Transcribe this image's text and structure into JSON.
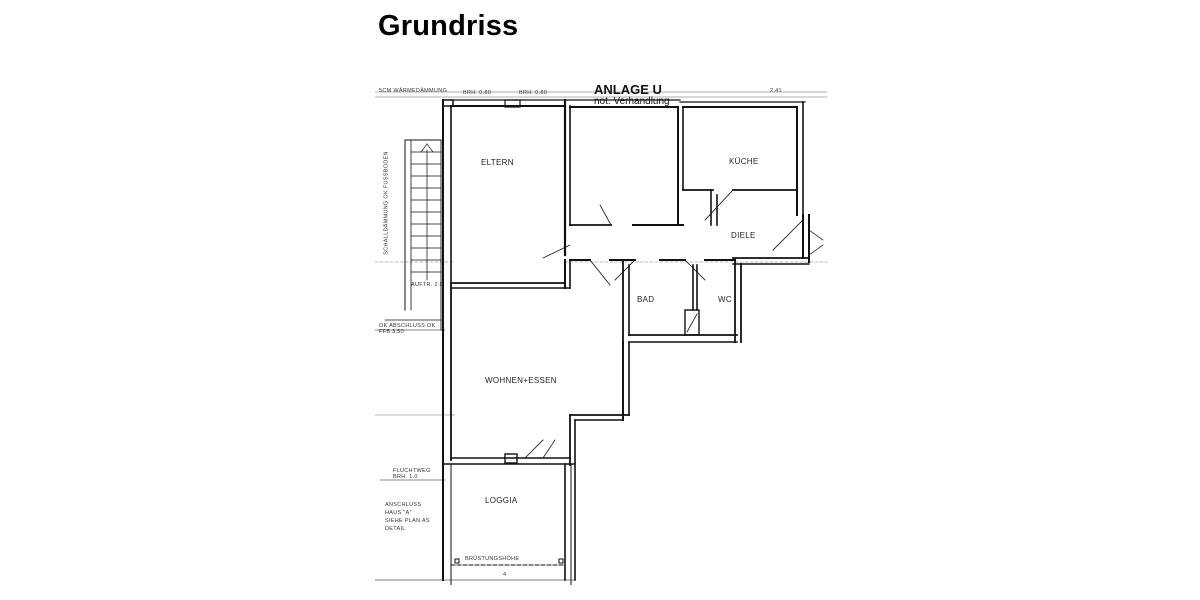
{
  "page": {
    "title": "Grundriss"
  },
  "floor_plan": {
    "stamp": {
      "line1": "ANLAGE",
      "line1_suffix": "U",
      "line2": "not. Verhandlung"
    },
    "rooms": [
      {
        "name": "ELTERN"
      },
      {
        "name": "KÜCHE"
      },
      {
        "name": "DIELE"
      },
      {
        "name": "BAD"
      },
      {
        "name": "WC"
      },
      {
        "name": "WOHNEN+ESSEN"
      },
      {
        "name": "LOGGIA"
      }
    ],
    "annotations": {
      "top_left": "5CM WÄRMEDÄMMUNG",
      "window_1": "BRH. 0.80",
      "window_2": "BRH. 0.80",
      "top_right_dim": "2.41",
      "stair_note": "AUFTR. 2.0",
      "stair_vertical": "SCHALLDÄMMUNG OK FUSSBODEN",
      "side_note": "OK ABSCHLUSS OK FFB 3.50",
      "parapet_note": "FLUCHTWEG BRH. 1.0",
      "connection_note_1": "ANSCHLUSS",
      "connection_note_2": "HAUS \"A\"",
      "connection_note_3": "SIEHE PLAN AS",
      "connection_note_4": "DETAIL",
      "loggia_bottom": "BRÜSTUNGSHÖHE",
      "loggia_dim": "4"
    }
  }
}
